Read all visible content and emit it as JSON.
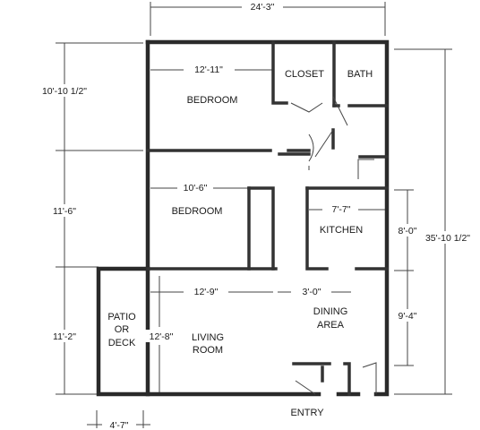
{
  "rooms": {
    "closet": "CLOSET",
    "bath": "BATH",
    "bedroom_1": "BEDROOM",
    "bedroom_2": "BEDROOM",
    "kitchen": "KITCHEN",
    "patio": [
      "PATIO",
      "OR",
      "DECK"
    ],
    "living": [
      "LIVING",
      "ROOM"
    ],
    "dining": [
      "DINING",
      "AREA"
    ],
    "entry": "ENTRY"
  },
  "dimensions": {
    "overall_width": "24'-3\"",
    "overall_depth": "35'-10 1/2\"",
    "bedroom_1_width": "12'-11\"",
    "bedroom_1_depth": "10'-10 1/2\"",
    "bedroom_2_width": "10'-6\"",
    "bedroom_2_depth": "11'-6\"",
    "kitchen_width": "7'-7\"",
    "kitchen_depth": "8'-0\"",
    "living_width": "12'-9\"",
    "living_depth": "12'-8\"",
    "dining_width": "3'-0\"",
    "dining_depth": "9'-4\"",
    "patio_depth": "11'-2\"",
    "patio_width": "4'-7\""
  }
}
